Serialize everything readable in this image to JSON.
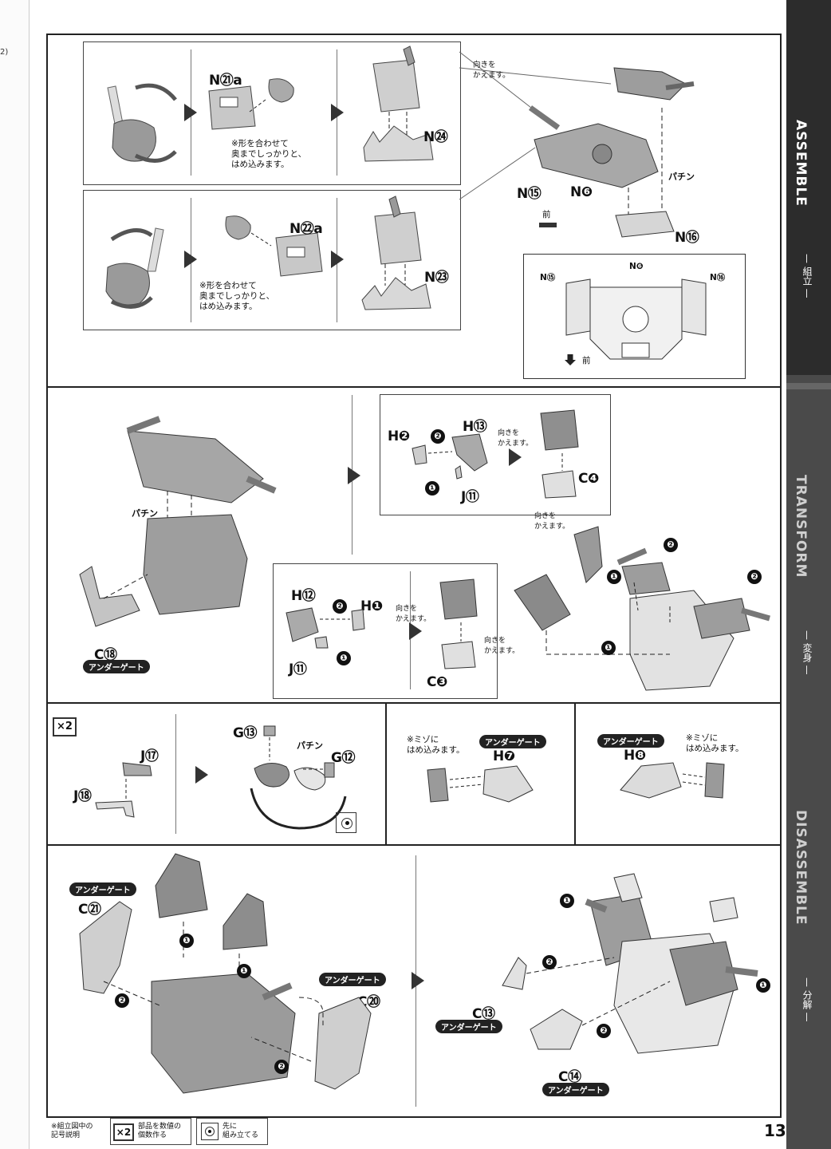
{
  "side_tabs": [
    {
      "title": "ASSEMBLE",
      "subtitle": "— 組立 —"
    },
    {
      "title": "TRANSFORM",
      "subtitle": "— 変身 —"
    },
    {
      "title": "DISASSEMBLE",
      "subtitle": "— 分解 —"
    }
  ],
  "panel1": {
    "sub_a": {
      "part": "N㉑a",
      "note": "※形を合わせて\n奥までしっかりと、\nはめ込みます。",
      "part2": "N㉔"
    },
    "sub_b": {
      "part": "N㉒a",
      "note": "※形を合わせて\n奥までしっかりと、\nはめ込みます。",
      "part2": "N㉓"
    },
    "turn_note": "向きを\nかえます。",
    "parts": [
      "N⑮",
      "N❻",
      "N⑯"
    ],
    "pachin": "パチン",
    "front": "前",
    "inset": {
      "labels": [
        "N⑮",
        "N❻",
        "N⑯"
      ],
      "front": "前"
    }
  },
  "panel2": {
    "pachin": "パチン",
    "c18": "C⑱",
    "under_gate": "アンダーゲート",
    "box_top": {
      "h2": "H❷",
      "h13": "H⑬",
      "j11": "J⑪",
      "turn": "向きを\nかえます。",
      "c4": "C❹"
    },
    "box_bottom": {
      "h12": "H⑫",
      "h1": "H❶",
      "j11": "J⑪",
      "turn": "向きを\nかえます。",
      "c3": "C❸"
    },
    "turn_notes": [
      "向きを\nかえます。",
      "向きを\nかえます。"
    ],
    "steps": [
      "❶",
      "❷"
    ]
  },
  "panel3": {
    "x2": "×2",
    "j17": "J⑰",
    "j18": "J⑱",
    "g13": "G⑬",
    "g12": "G⑫",
    "pachin": "パチン",
    "h7_note": "※ミゾに\nはめ込みます。",
    "h7": "H❼",
    "h8_note": "※ミゾに\nはめ込みます。",
    "h8": "H❽",
    "under_gate": "アンダーゲート"
  },
  "panel4": {
    "c21": "C㉑",
    "c20": "C⑳",
    "c13": "C⑬",
    "c14": "C⑭",
    "under_gate": "アンダーゲート"
  },
  "legend": {
    "title": "※組立図中の\n記号説明",
    "x2": "×2",
    "x2_text": "部品を数値の\n個数作る",
    "first_text": "先に\n組み立てる"
  },
  "page_number": "13",
  "colors": {
    "frame": "#222222",
    "part_fill": "#bdbdbd",
    "part_dark": "#8a8a8a",
    "tab": "#4a4a4a"
  }
}
